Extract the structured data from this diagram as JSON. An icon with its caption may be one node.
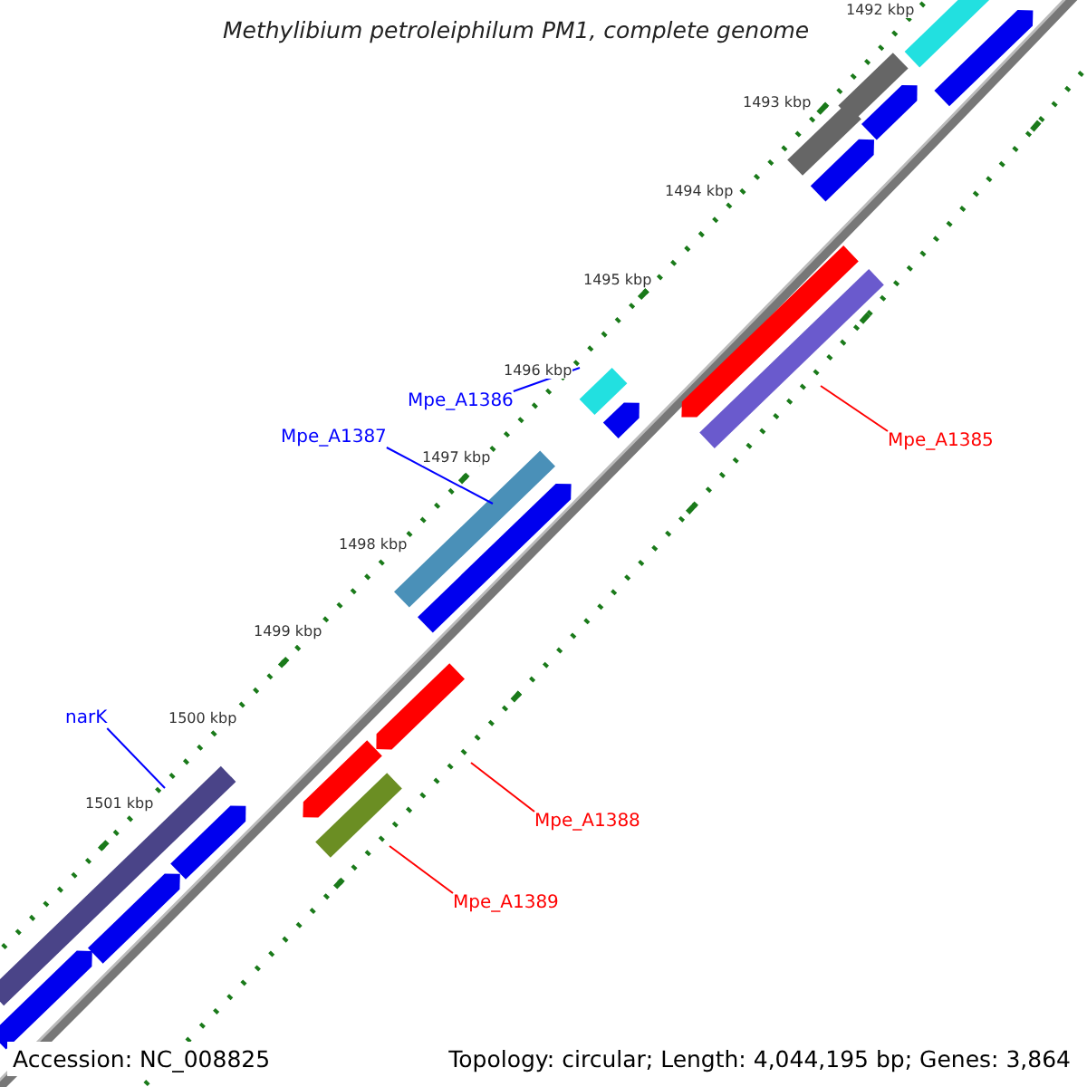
{
  "diagram": {
    "title": "Methylibium petroleiphilum PM1, complete genome",
    "nodes": [
      {
        "text": [
          "Mpe_A1386"
        ]
      },
      {
        "text": [],
        "shape": "bar"
      },
      {
        "text": [
          "Mpe_A1387"
        ]
      },
      {
        "text": [],
        "shape": "bar"
      },
      {
        "text": [
          "Mpe_A1385"
        ]
      },
      {
        "text": [],
        "shape": "bar"
      },
      {
        "text": [
          "narK"
        ]
      },
      {
        "text": [],
        "shape": "bar"
      },
      {
        "text": [
          "Mpe_A1388"
        ]
      },
      {
        "text": [],
        "shape": "bar"
      },
      {
        "text": [
          "Mpe_A1389"
        ]
      },
      {
        "text": [],
        "shape": "bar"
      },
      {
        "text": [],
        "shape": "bar"
      }
    ],
    "edges": [
      {
        "from": 0,
        "to": 1,
        "arrow": "none",
        "color": "#0000ff"
      },
      {
        "from": 2,
        "to": 3,
        "arrow": "none",
        "color": "#0000ff"
      },
      {
        "from": 4,
        "to": 5,
        "arrow": "none",
        "color": "#ff0000"
      },
      {
        "from": 6,
        "to": 7,
        "arrow": "none",
        "color": "#0000ff"
      },
      {
        "from": 8,
        "to": 9,
        "arrow": "none",
        "color": "#ff0000"
      },
      {
        "from": 10,
        "to": 11,
        "arrow": "none",
        "color": "#ff0000"
      }
    ],
    "labels": [
      "1492 kbp",
      "1493 kbp",
      "1494 kbp",
      "1495 kbp",
      "1496 kbp",
      "1497 kbp",
      "1498 kbp",
      "1499 kbp",
      "1500 kbp",
      "1501 kbp",
      "Accession: NC_008825",
      "Topology: circular; Length: 4,044,195 bp; Genes: 3,864"
    ]
  }
}
